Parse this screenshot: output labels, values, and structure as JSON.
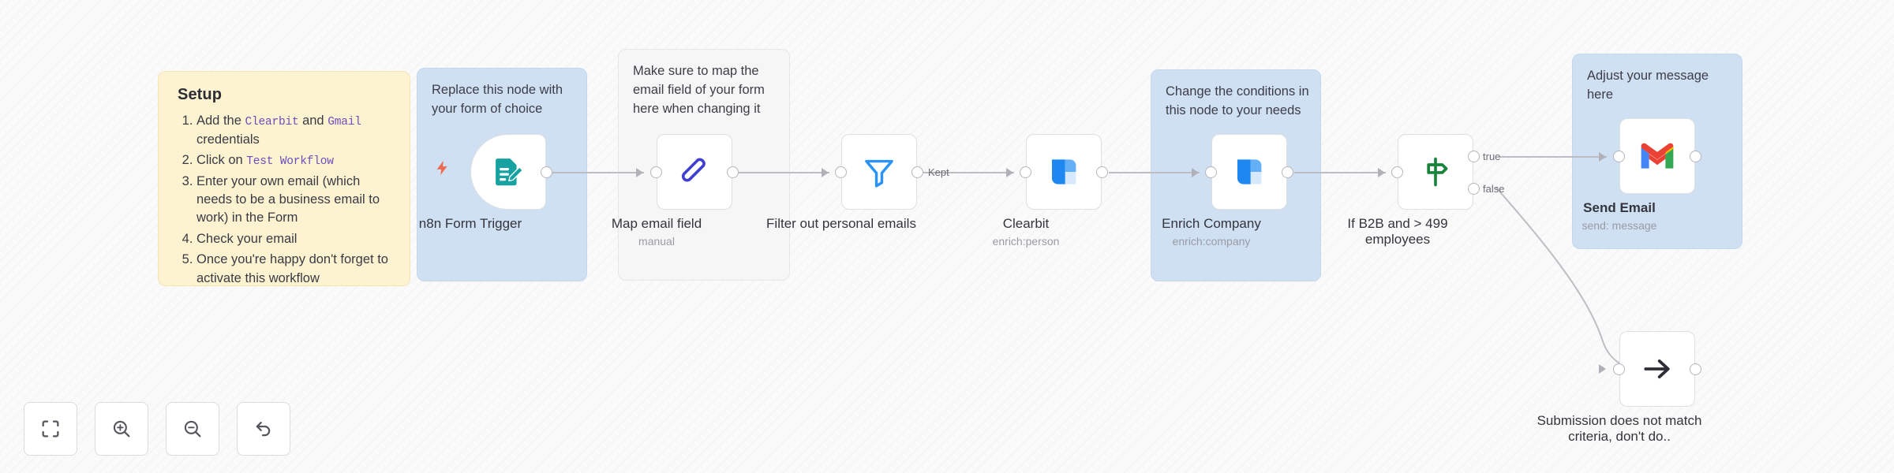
{
  "app": {
    "name": "n8n workflow canvas"
  },
  "sticky_notes": [
    {
      "id": "setup",
      "color": "yellow",
      "title": "Setup",
      "steps": [
        {
          "pre": "Add the ",
          "code1": "Clearbit",
          "mid": " and ",
          "code2": "Gmail",
          "post": " credentials"
        },
        {
          "pre": "Click on ",
          "code1": "Test Workflow",
          "mid": "",
          "code2": "",
          "post": ""
        },
        {
          "pre": "Enter your own email (which needs to be a business email to work) in the Form",
          "code1": "",
          "mid": "",
          "code2": "",
          "post": ""
        },
        {
          "pre": "Check your email",
          "code1": "",
          "mid": "",
          "code2": "",
          "post": ""
        },
        {
          "pre": "Once you're happy don't forget to activate this workflow",
          "code1": "",
          "mid": "",
          "code2": "",
          "post": ""
        }
      ]
    },
    {
      "id": "replace-node",
      "color": "blue",
      "text": "Replace this node with your form of choice"
    },
    {
      "id": "map-email",
      "color": "grey",
      "text": "Make sure to map the email field of your form here when changing it"
    },
    {
      "id": "change-conditions",
      "color": "blue",
      "text": "Change the conditions in this node to your needs"
    },
    {
      "id": "adjust-message",
      "color": "blue",
      "text": "Adjust your message here"
    }
  ],
  "nodes": [
    {
      "id": "form-trigger",
      "label": "n8n Form Trigger",
      "sublabel": "",
      "icon": "n8n-form-icon"
    },
    {
      "id": "map-email-field",
      "label": "Map email field",
      "sublabel": "manual",
      "icon": "edit-fields-icon"
    },
    {
      "id": "filter",
      "label": "Filter out personal emails",
      "sublabel": "",
      "icon": "filter-icon"
    },
    {
      "id": "clearbit",
      "label": "Clearbit",
      "sublabel": "enrich:person",
      "icon": "clearbit-icon"
    },
    {
      "id": "enrich-company",
      "label": "Enrich Company",
      "sublabel": "enrich:company",
      "icon": "clearbit-icon"
    },
    {
      "id": "if-b2b",
      "label": "If B2B and > 499 employees",
      "sublabel": "",
      "icon": "if-signpost-icon"
    },
    {
      "id": "send-email",
      "label": "Send Email",
      "sublabel": "send: message",
      "icon": "gmail-icon"
    },
    {
      "id": "no-op",
      "label": "Submission does not match criteria, don't do..",
      "sublabel": "",
      "icon": "noop-arrow-icon"
    }
  ],
  "connection_labels": {
    "kept": "Kept",
    "true": "true",
    "false": "false"
  },
  "toolbar": [
    {
      "id": "fit-to-view",
      "name": "fit-to-view-button",
      "icon": "fit-view-icon",
      "tooltip": "Fit to view"
    },
    {
      "id": "zoom-in",
      "name": "zoom-in-button",
      "icon": "zoom-in-icon",
      "tooltip": "Zoom in"
    },
    {
      "id": "zoom-out",
      "name": "zoom-out-button",
      "icon": "zoom-out-icon",
      "tooltip": "Zoom out"
    },
    {
      "id": "reset-zoom",
      "name": "reset-zoom-button",
      "icon": "undo-arrow-icon",
      "tooltip": "Reset zoom"
    }
  ],
  "colors": {
    "canvas": "#fafafa",
    "sticky_yellow": "#fdf3d1",
    "sticky_blue": "#cfe0f3",
    "sticky_grey": "#f6f6f6",
    "node_border": "#dcdfe3",
    "edge": "#bdbdc4",
    "code_text": "#6a4fbb",
    "teal": "#17a2a2",
    "indigo": "#3f3fd1",
    "blue": "#2a93f5",
    "clearbit_blue": "#1e88f0",
    "green": "#17843a",
    "bolt_red": "#f06a52"
  }
}
